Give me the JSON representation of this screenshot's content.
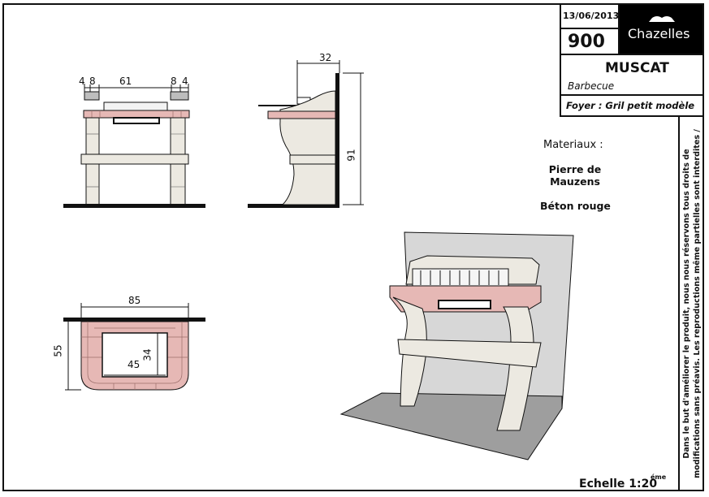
{
  "title_block": {
    "date": "13/06/2013",
    "number": "900",
    "brand": "Chazelles",
    "model": "MUSCAT",
    "subtitle": "Barbecue",
    "hearth": "Foyer : Gril petit modèle"
  },
  "materials": {
    "heading": "Materiaux :",
    "item1": "Pierre de\nMauzens",
    "item2": "Béton rouge"
  },
  "dimensions": {
    "front": [
      "4",
      "8",
      "61",
      "8",
      "4"
    ],
    "side_depth": "32",
    "side_height": "91",
    "plan_width": "85",
    "plan_depth": "55",
    "opening_width": "45",
    "opening_depth": "34"
  },
  "scale": {
    "label": "Echelle 1:20",
    "superscript": "éme"
  },
  "disclaimer": "Dans le but d'améliorer le produit, nous nous réservons tous droits de modifications sans préavis. Les reproductions même partielles sont interdites / Document non contractuel.",
  "colors": {
    "stone": "#ece9e1",
    "brick": "#e6b8b5",
    "line": "#111111",
    "wall": "#d7d7d7",
    "floor": "#9e9e9e"
  }
}
